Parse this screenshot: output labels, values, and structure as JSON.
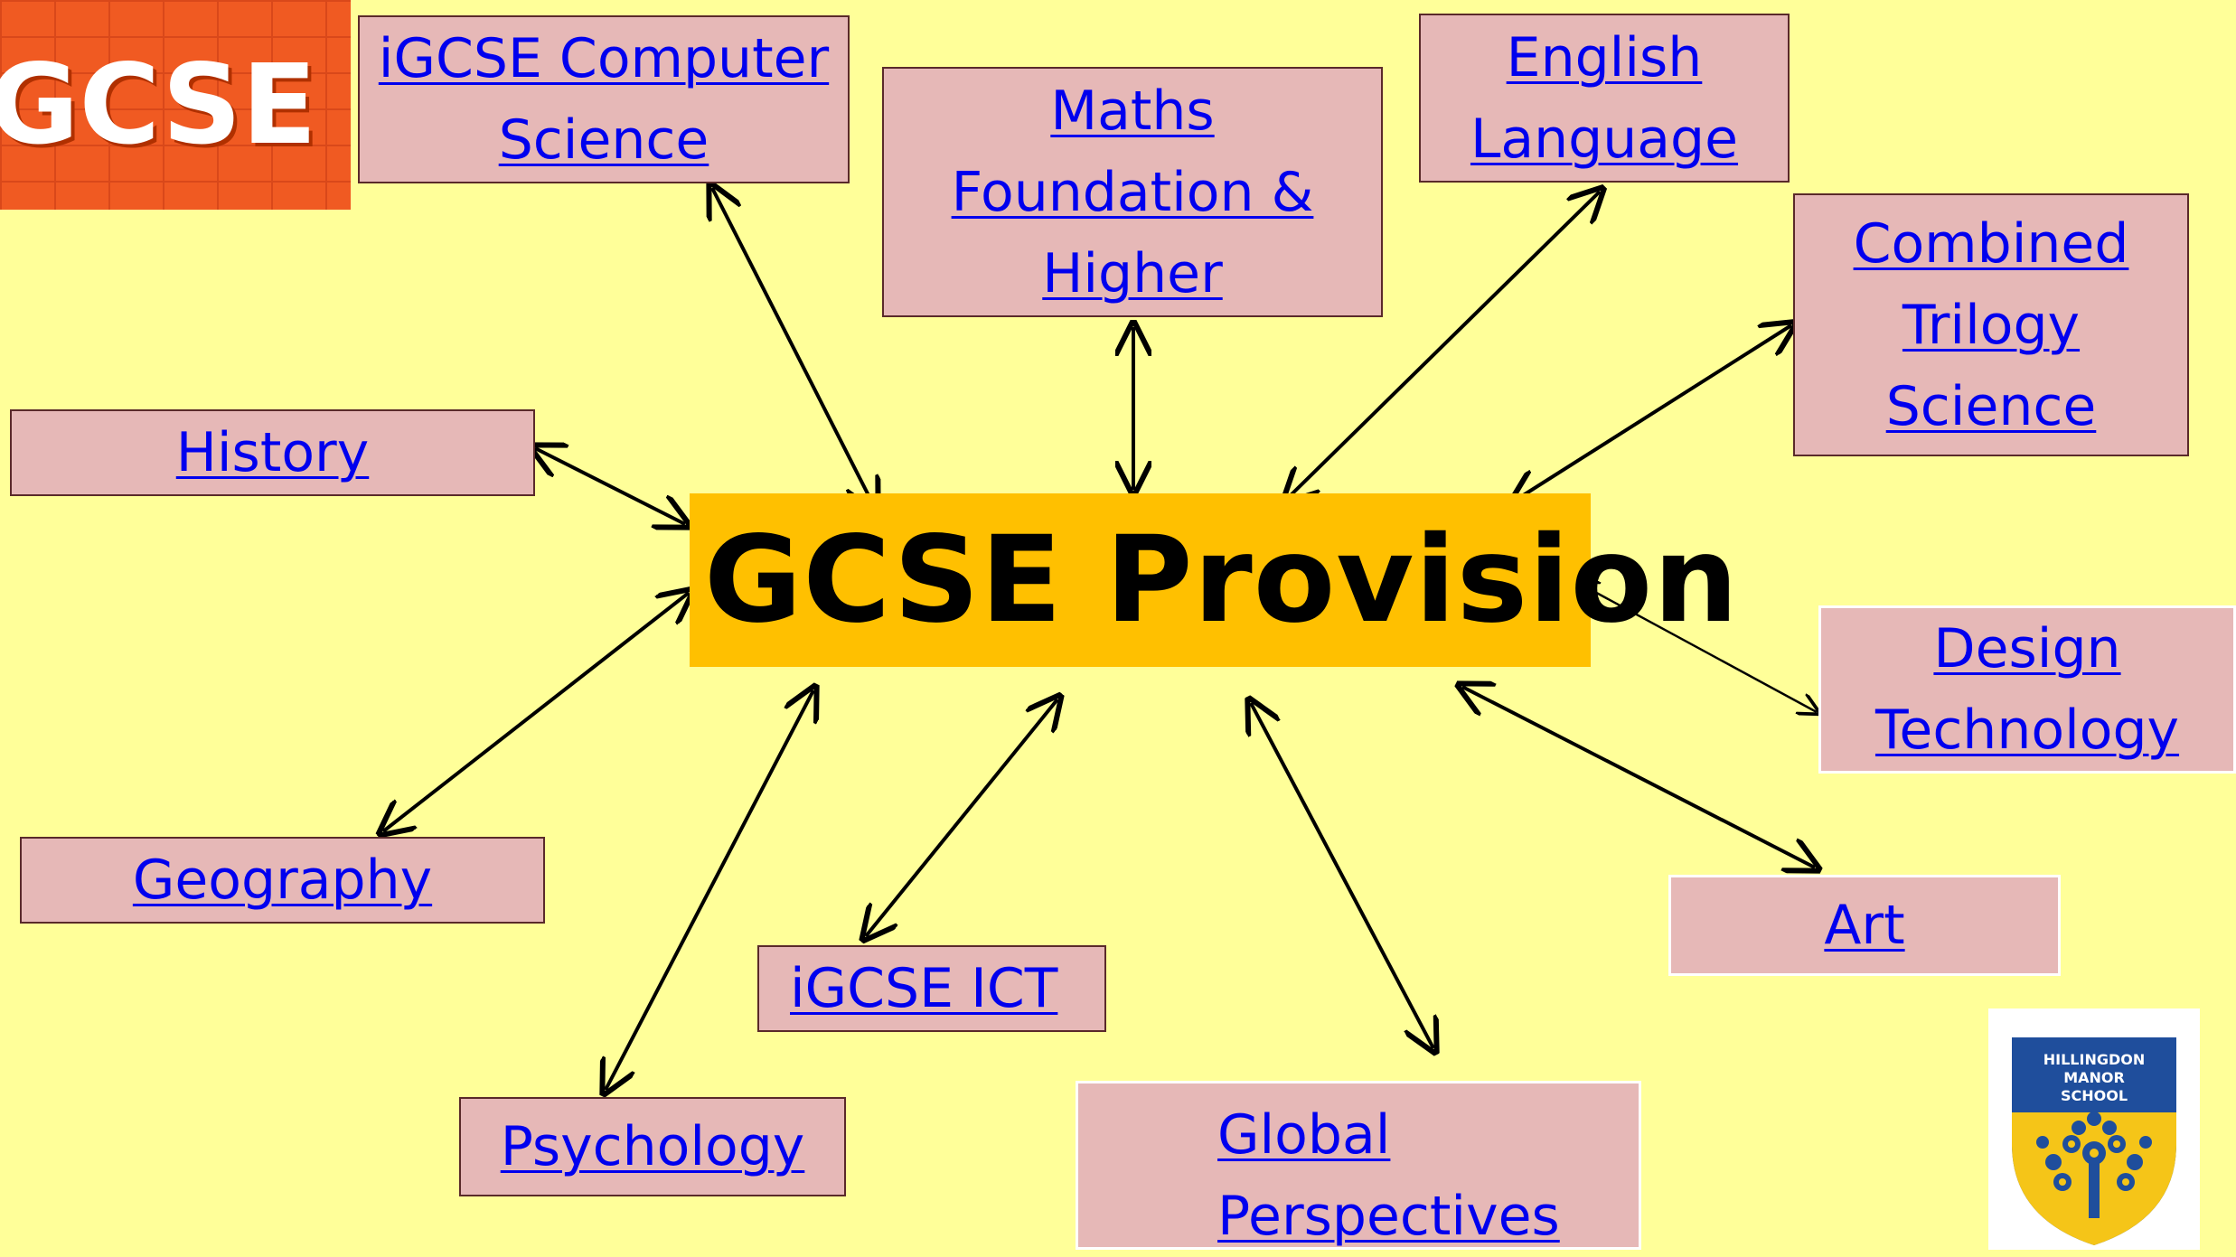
{
  "logo": {
    "text": "GCSE",
    "color": "#F05A22"
  },
  "center": {
    "title": "GCSE Provision",
    "color": "#FFC000"
  },
  "subjects": {
    "computer_science": [
      "iGCSE Computer",
      "Science"
    ],
    "maths": [
      "Maths",
      "Foundation & ",
      "Higher"
    ],
    "english": [
      "English",
      "Language"
    ],
    "combined_science": [
      "Combined",
      "Trilogy",
      "Science"
    ],
    "history": [
      "History"
    ],
    "design_technology": [
      "Design",
      "Technology"
    ],
    "geography": [
      "Geography"
    ],
    "art": [
      "Art"
    ],
    "ict": [
      "iGCSE ICT"
    ],
    "psychology": [
      "Psychology"
    ],
    "global_perspectives": [
      "Global",
      "Perspectives"
    ]
  },
  "school": {
    "name_lines": [
      "HILLINGDON",
      "MANOR",
      "SCHOOL"
    ],
    "shield_blue": "#1F4E9C",
    "shield_yellow": "#F5C518"
  },
  "colors": {
    "background": "#FFFF99",
    "box_fill": "#E6B8B7",
    "link": "#0000EE"
  }
}
